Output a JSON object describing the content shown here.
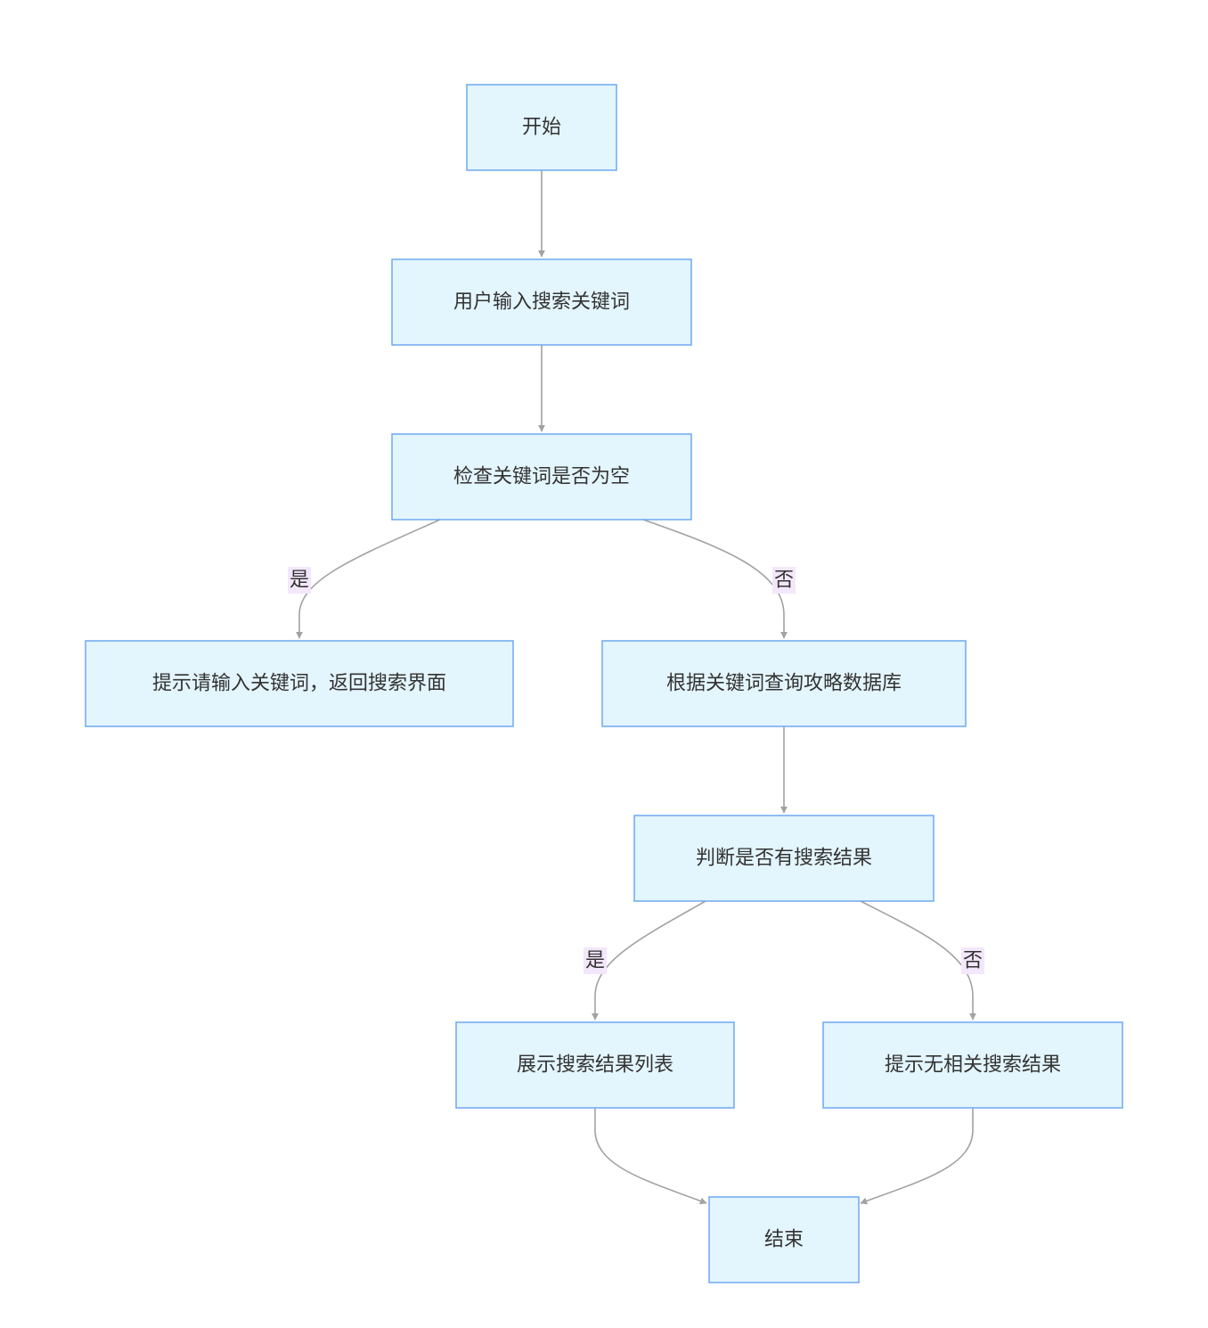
{
  "colors": {
    "node_fill": "#e3f5fd",
    "node_stroke": "#6ea8f0",
    "edge_stroke": "#a2a2a2",
    "edge_label_bg": "#f3e7fb",
    "text": "#333333"
  },
  "nodes": {
    "start": "开始",
    "input": "用户输入搜索关键词",
    "check_empty": "检查关键词是否为空",
    "prompt_input": "提示请输入关键词，返回搜索界面",
    "query_db": "根据关键词查询攻略数据库",
    "has_results": "判断是否有搜索结果",
    "show_results": "展示搜索结果列表",
    "no_results": "提示无相关搜索结果",
    "end": "结束"
  },
  "edges": {
    "empty_yes": "是",
    "empty_no": "否",
    "results_yes": "是",
    "results_no": "否"
  }
}
